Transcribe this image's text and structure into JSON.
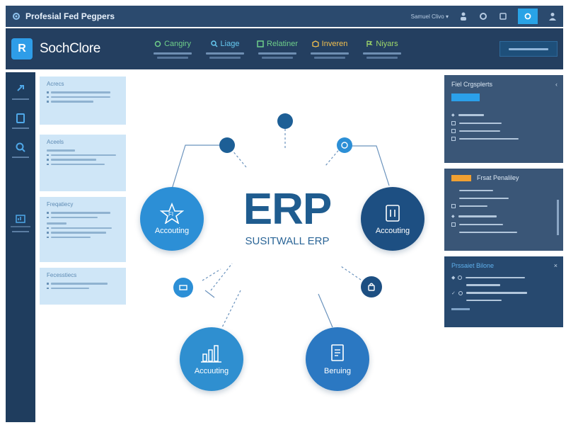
{
  "topbar": {
    "title": "Profesial Fed Pegpers",
    "user": "Samuel Clivo ▾"
  },
  "header": {
    "logo_letter": "R",
    "brand": "SochClore",
    "nav": [
      {
        "label": "Cangiry",
        "color": "#6fcf8a"
      },
      {
        "label": "Liage",
        "color": "#66c9f0"
      },
      {
        "label": "Relatiner",
        "color": "#6fcf8a"
      },
      {
        "label": "Inveren",
        "color": "#f2c04f"
      },
      {
        "label": "Niyars",
        "color": "#9fd86a"
      }
    ]
  },
  "left_cards": [
    {
      "title": "Acrecs"
    },
    {
      "title": "Aceels"
    },
    {
      "title": "Freqatiecy"
    },
    {
      "title": "Fecesstiecs"
    }
  ],
  "right_panels": {
    "p1": {
      "title": "Fiel Crgsplerts"
    },
    "p2": {
      "title": "Frsat Penaliley"
    },
    "p3": {
      "title": "Prssaiet Bilone"
    }
  },
  "diagram": {
    "title": "ERP",
    "subtitle": "SUSITWALL ERP",
    "nodes": [
      {
        "label": "Accouting",
        "color": "#2c8fd6"
      },
      {
        "label": "Accouting",
        "color": "#1d4f82"
      },
      {
        "label": "Accuuting",
        "color": "#2f8fd0"
      },
      {
        "label": "Beruing",
        "color": "#2b78c2"
      }
    ],
    "left_node_badge": "FI"
  }
}
